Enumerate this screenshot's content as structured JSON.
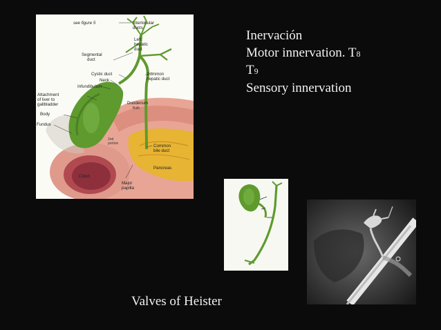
{
  "text": {
    "line1": "Inervación",
    "line2_main": "Motor innervation. T",
    "line2_sub": "8",
    "line3_main": "T",
    "line3_sub": "9",
    "line4": "Sensory innervation"
  },
  "caption": "Valves of Heister",
  "anatomy_labels": {
    "see_figure": "see figure 5",
    "interlobular_1": "Interlobular",
    "interlobular_2": "ducts",
    "left_1": "Left",
    "left_2": "hepatic",
    "left_3": "duct",
    "segmental_1": "Segmental",
    "segmental_2": "duct",
    "cystic": "Cystic duct",
    "neck": "Neck",
    "infundibulum": "Infundibulum",
    "common_hepatic_1": "Common",
    "common_hepatic_2": "hepatic duct",
    "attachment_1": "Attachment",
    "attachment_2": "of liver to",
    "attachment_3": "gallbladder",
    "body": "Body",
    "fundus": "Fundus",
    "duodenum_1": "Duodenum",
    "duodenum_2": "Bulb",
    "second_1": "2nd",
    "second_2": "portion",
    "common_bile_1": "Common",
    "common_bile_2": "bile duct",
    "pancreas": "Pancreas",
    "colon": "Colon",
    "major_1": "Major",
    "major_2": "papilla"
  },
  "colors": {
    "background": "#0b0b0b",
    "text": "#f2f2f2",
    "gallbladder": "#5e9a2e",
    "pancreas": "#e2b030",
    "duodenum": "#e59a8a"
  }
}
